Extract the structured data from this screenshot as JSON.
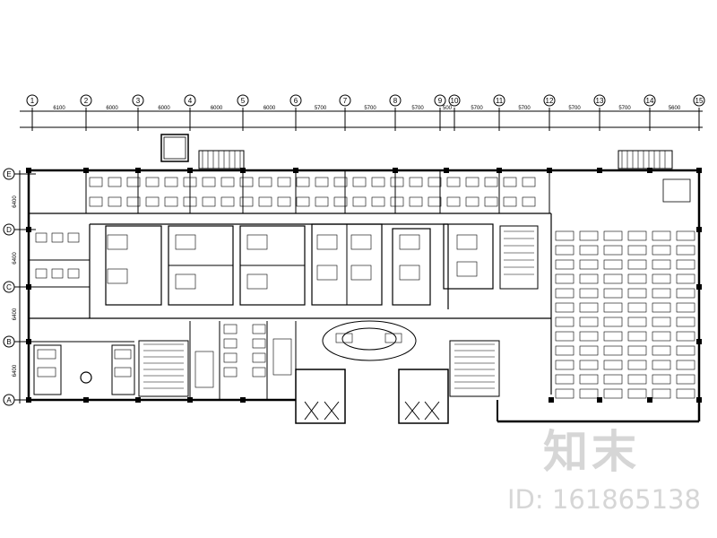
{
  "axes": {
    "columns": [
      "1",
      "2",
      "3",
      "4",
      "5",
      "6",
      "7",
      "8",
      "9",
      "10",
      "11",
      "12",
      "13",
      "14",
      "15"
    ],
    "spacings": [
      "6100",
      "6000",
      "6000",
      "6000",
      "6000",
      "5700",
      "5700",
      "5700",
      "500",
      "5700",
      "5700",
      "5700",
      "5700",
      "5600"
    ],
    "rows": [
      "E",
      "D",
      "C",
      "B",
      "A"
    ],
    "row_spacings": [
      "6400",
      "6400",
      "6400",
      "6400"
    ]
  },
  "watermark": {
    "logo": "知末",
    "id": "ID: 161865138"
  },
  "colors": {
    "line": "#000000",
    "watermark": "#d6d6d6"
  }
}
